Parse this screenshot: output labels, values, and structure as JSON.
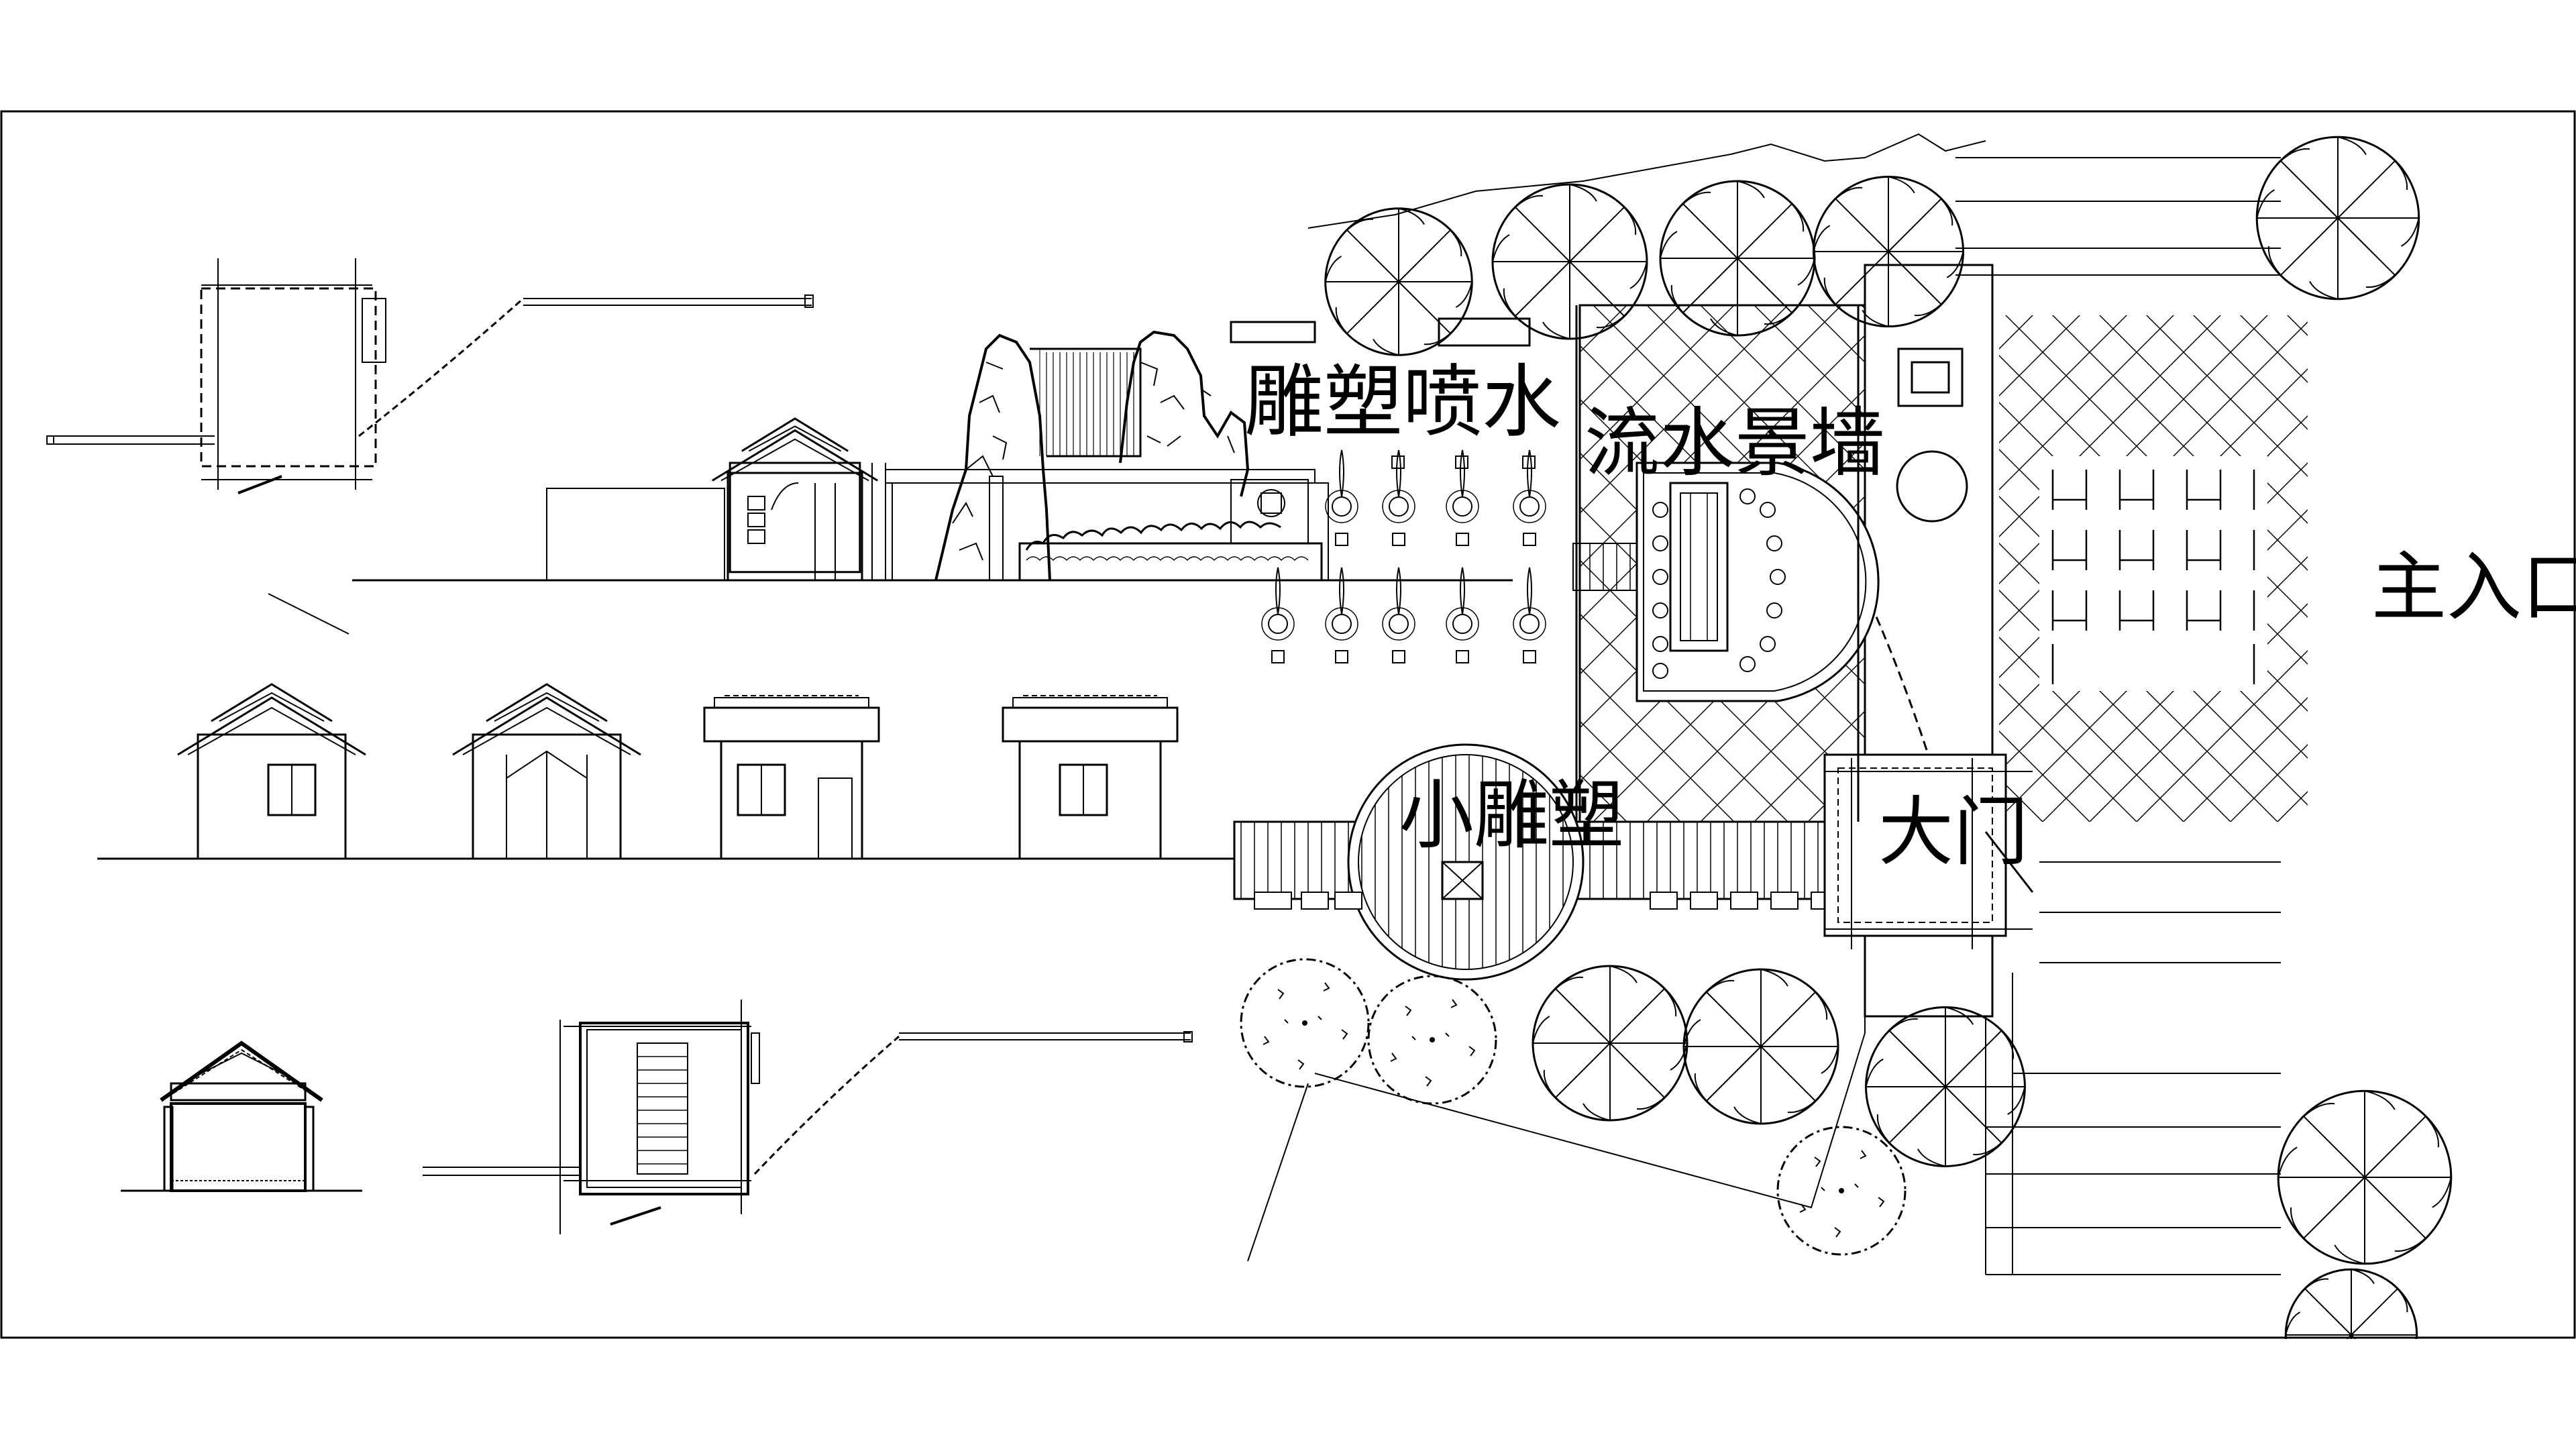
{
  "labels": {
    "sculpture_fountain": "雕塑喷水",
    "water_feature_wall": "流水景墙",
    "small_sculpture": "小雕塑",
    "main_gate": "大门",
    "main_entrance": "主入口"
  },
  "colors": {
    "line": "#000000",
    "background": "#ffffff"
  }
}
